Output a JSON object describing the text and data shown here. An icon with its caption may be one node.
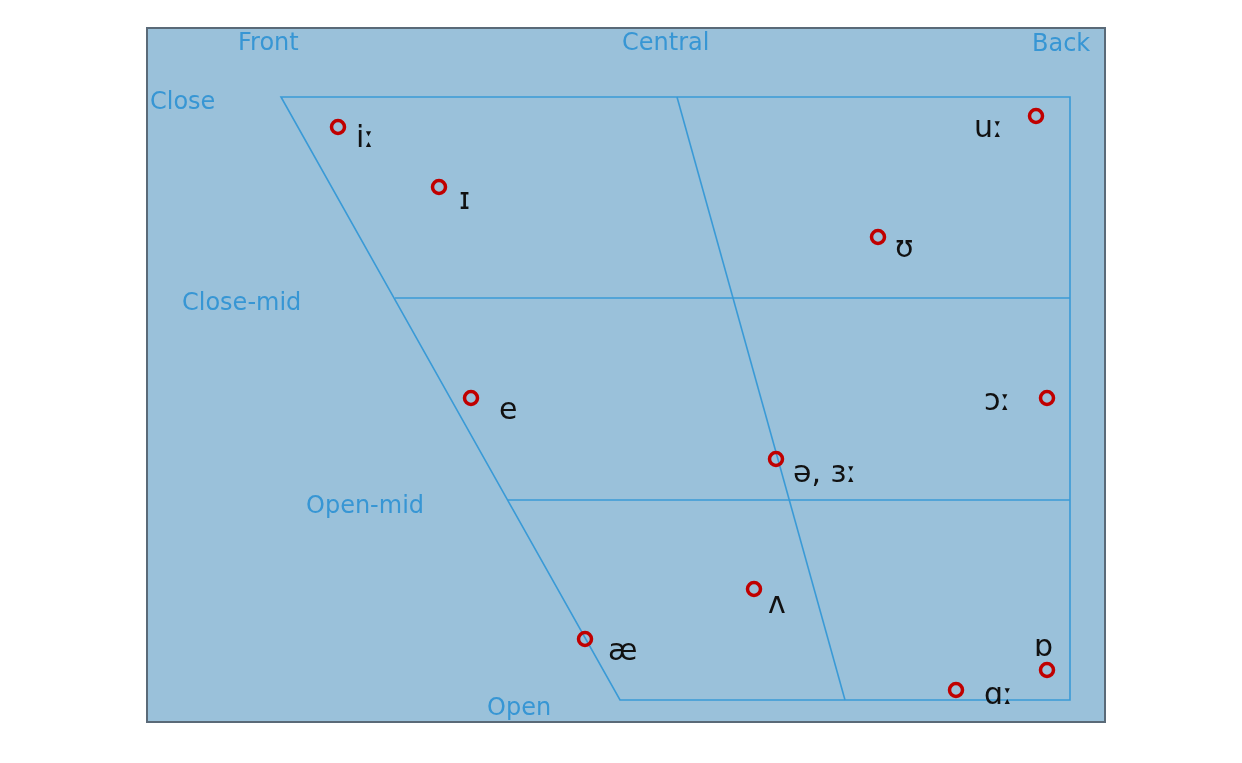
{
  "diagram": {
    "labels": [
      "Front",
      "Central",
      "Back",
      "Close",
      "iː",
      "uː",
      "ɪ",
      "ʊ",
      "Close-mid",
      "ɔː",
      "e",
      "ə, ɜː",
      "Open-mid",
      "ʌ",
      "æ",
      "ɒ",
      "ɑː",
      "Open"
    ]
  }
}
